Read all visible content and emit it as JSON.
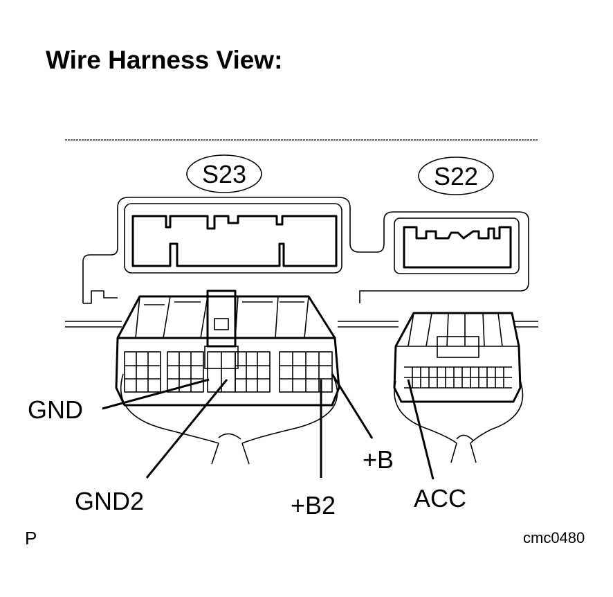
{
  "title": "Wire Harness View:",
  "connectors": [
    {
      "id": "S23"
    },
    {
      "id": "S22"
    }
  ],
  "callouts": {
    "gnd": "GND",
    "gnd2": "GND2",
    "b": "+B",
    "b2": "+B2",
    "acc": "ACC"
  },
  "footer": {
    "left_mark": "P",
    "figure_code": "cmc0480"
  }
}
